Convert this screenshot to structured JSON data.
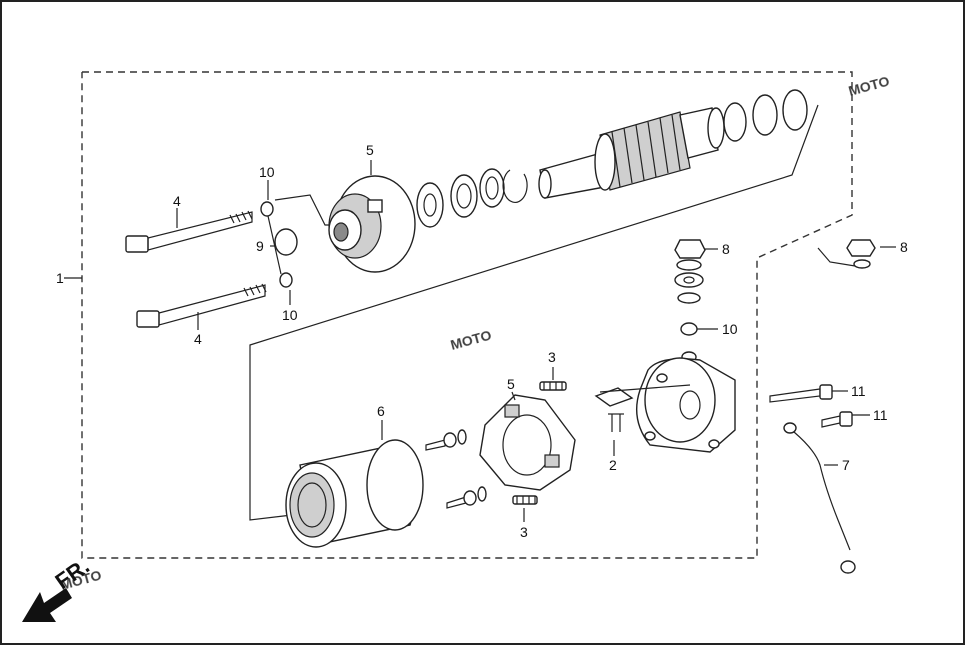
{
  "callouts": {
    "c1": "1",
    "c2": "2",
    "c3a": "3",
    "c3b": "3",
    "c4a": "4",
    "c4b": "4",
    "c5a": "5",
    "c5b": "5",
    "c6": "6",
    "c7": "7",
    "c8a": "8",
    "c8b": "8",
    "c9": "9",
    "c10a": "10",
    "c10b": "10",
    "c10c": "10",
    "c11a": "11",
    "c11b": "11"
  },
  "direction_label": "FR.",
  "watermark_text": "MOTO",
  "colors": {
    "line": "#222222",
    "shade": "#cfcfcf",
    "watermark": "#f4b8c0"
  }
}
